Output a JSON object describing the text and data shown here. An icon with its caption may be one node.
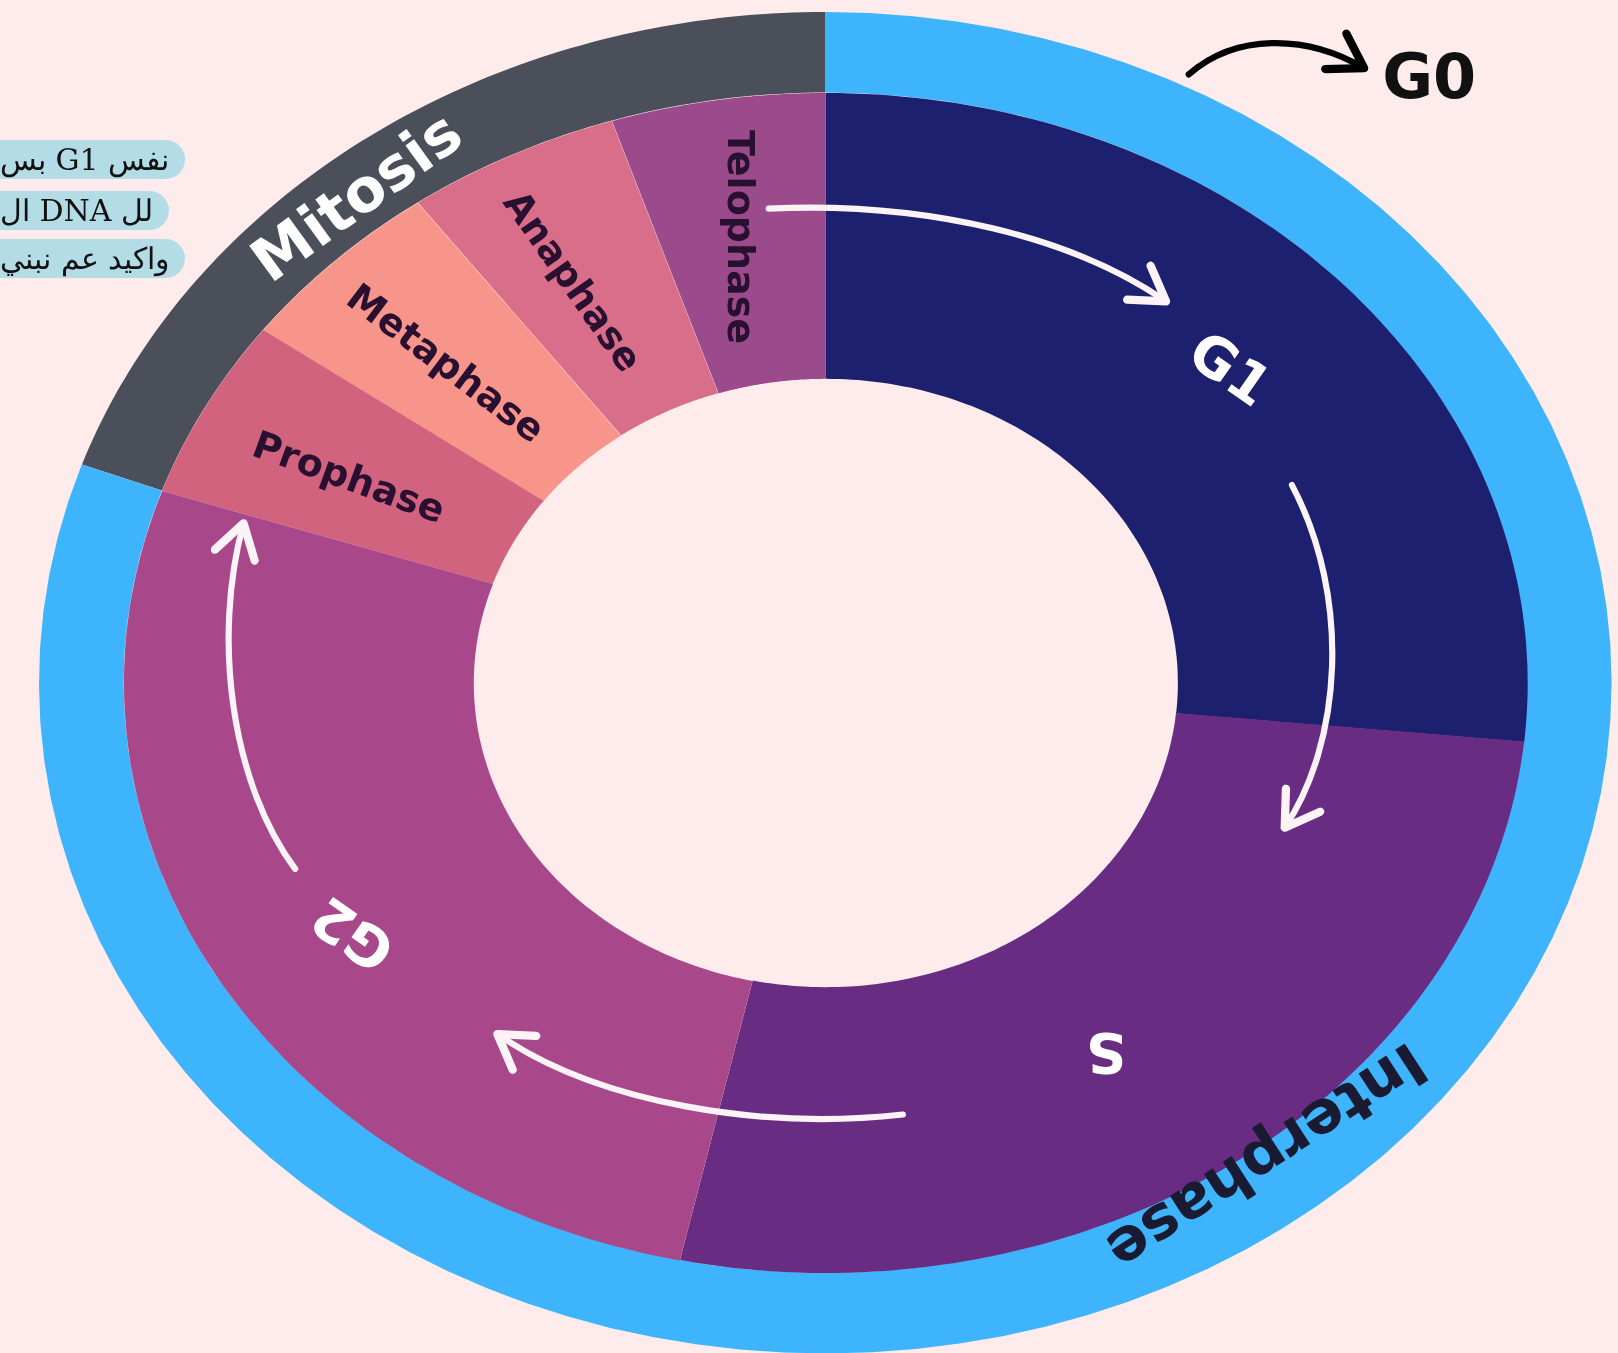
{
  "diagram": {
    "nodes": [
      {
        "text": [
          "Mitosis"
        ]
      },
      {
        "text": [
          "Interphase"
        ]
      },
      {
        "text": [
          "G0"
        ]
      },
      {
        "text": [
          "Telophase"
        ]
      },
      {
        "text": [
          "Anaphase"
        ]
      },
      {
        "text": [
          "Metaphase"
        ]
      },
      {
        "text": [
          "Prophase"
        ]
      },
      {
        "text": [
          "G1"
        ]
      },
      {
        "text": [
          "S"
        ]
      },
      {
        "text": [
          "G2"
        ]
      }
    ],
    "edges": [
      {
        "from": 3,
        "to": 7,
        "arrow": "to"
      },
      {
        "from": 7,
        "to": 8,
        "arrow": "to"
      },
      {
        "from": 8,
        "to": 9,
        "arrow": "to"
      },
      {
        "from": 9,
        "to": 6,
        "arrow": "to"
      },
      {
        "from": 1,
        "to": 2,
        "arrow": "to",
        "color": "#000000"
      }
    ],
    "labels": [
      "نفس G1 بس",
      "لل DNA ال",
      "واكيد عم نبني"
    ]
  }
}
